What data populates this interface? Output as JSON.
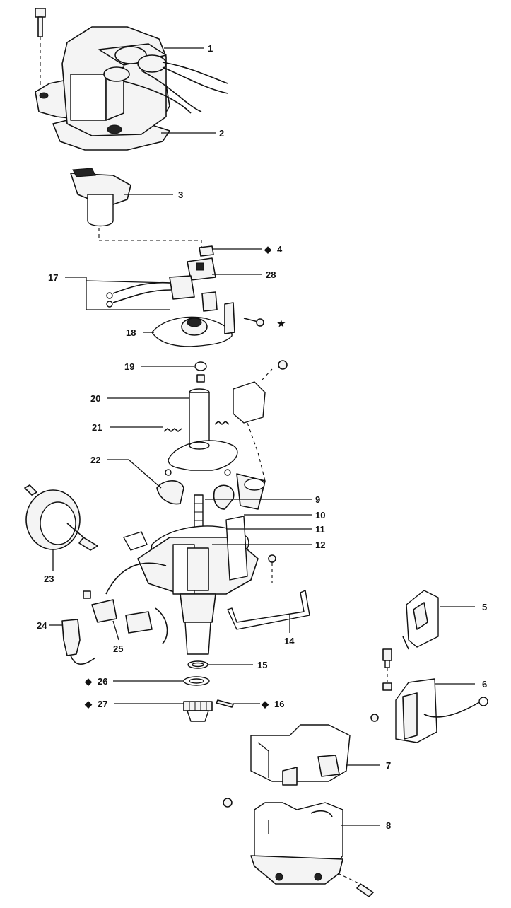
{
  "callouts": {
    "c1": "1",
    "c2": "2",
    "c3": "3",
    "c4": "4",
    "c5": "5",
    "c6": "6",
    "c7": "7",
    "c8": "8",
    "c9": "9",
    "c10": "10",
    "c11": "11",
    "c12": "12",
    "c14": "14",
    "c15": "15",
    "c16": "16",
    "c17": "17",
    "c18": "18",
    "c19": "19",
    "c20": "20",
    "c21": "21",
    "c22": "22",
    "c23": "23",
    "c24": "24",
    "c25": "25",
    "c26": "26",
    "c27": "27",
    "c28": "28"
  },
  "symbols": {
    "diamond": "◆",
    "star": "★"
  }
}
